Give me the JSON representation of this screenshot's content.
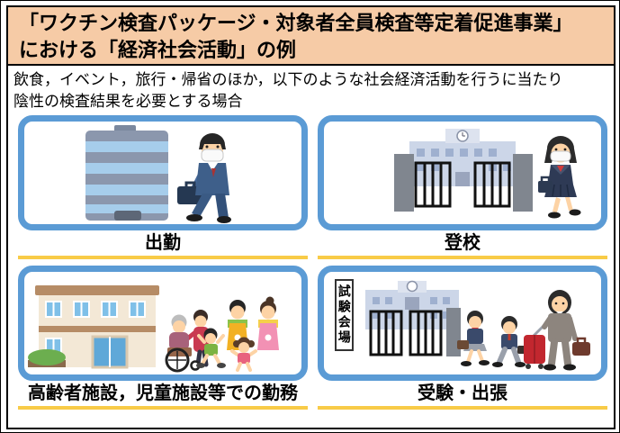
{
  "header": {
    "title_line1": "「ワクチン検査パッケージ・対象者全員検査等定着促進事業」",
    "title_line2": "における「経済社会活動」の例"
  },
  "intro": {
    "line1": "飲食，イベント，旅行・帰省のほか，以下のような社会経済活動を行うに当たり",
    "line2": "陰性の検査結果を必要とする場合"
  },
  "panels": [
    {
      "id": "commute",
      "label": "出勤"
    },
    {
      "id": "school-attendance",
      "label": "登校"
    },
    {
      "id": "facility-work",
      "label": "高齢者施設，児童施設等での勤務"
    },
    {
      "id": "exam-business-trip",
      "label": "受験・出張"
    }
  ],
  "exam_sign": {
    "text": "試験会場"
  },
  "colors": {
    "header_bg": "#F6CBA6",
    "panel_border": "#5B9BD5",
    "label_underline": "#F8CB47"
  }
}
